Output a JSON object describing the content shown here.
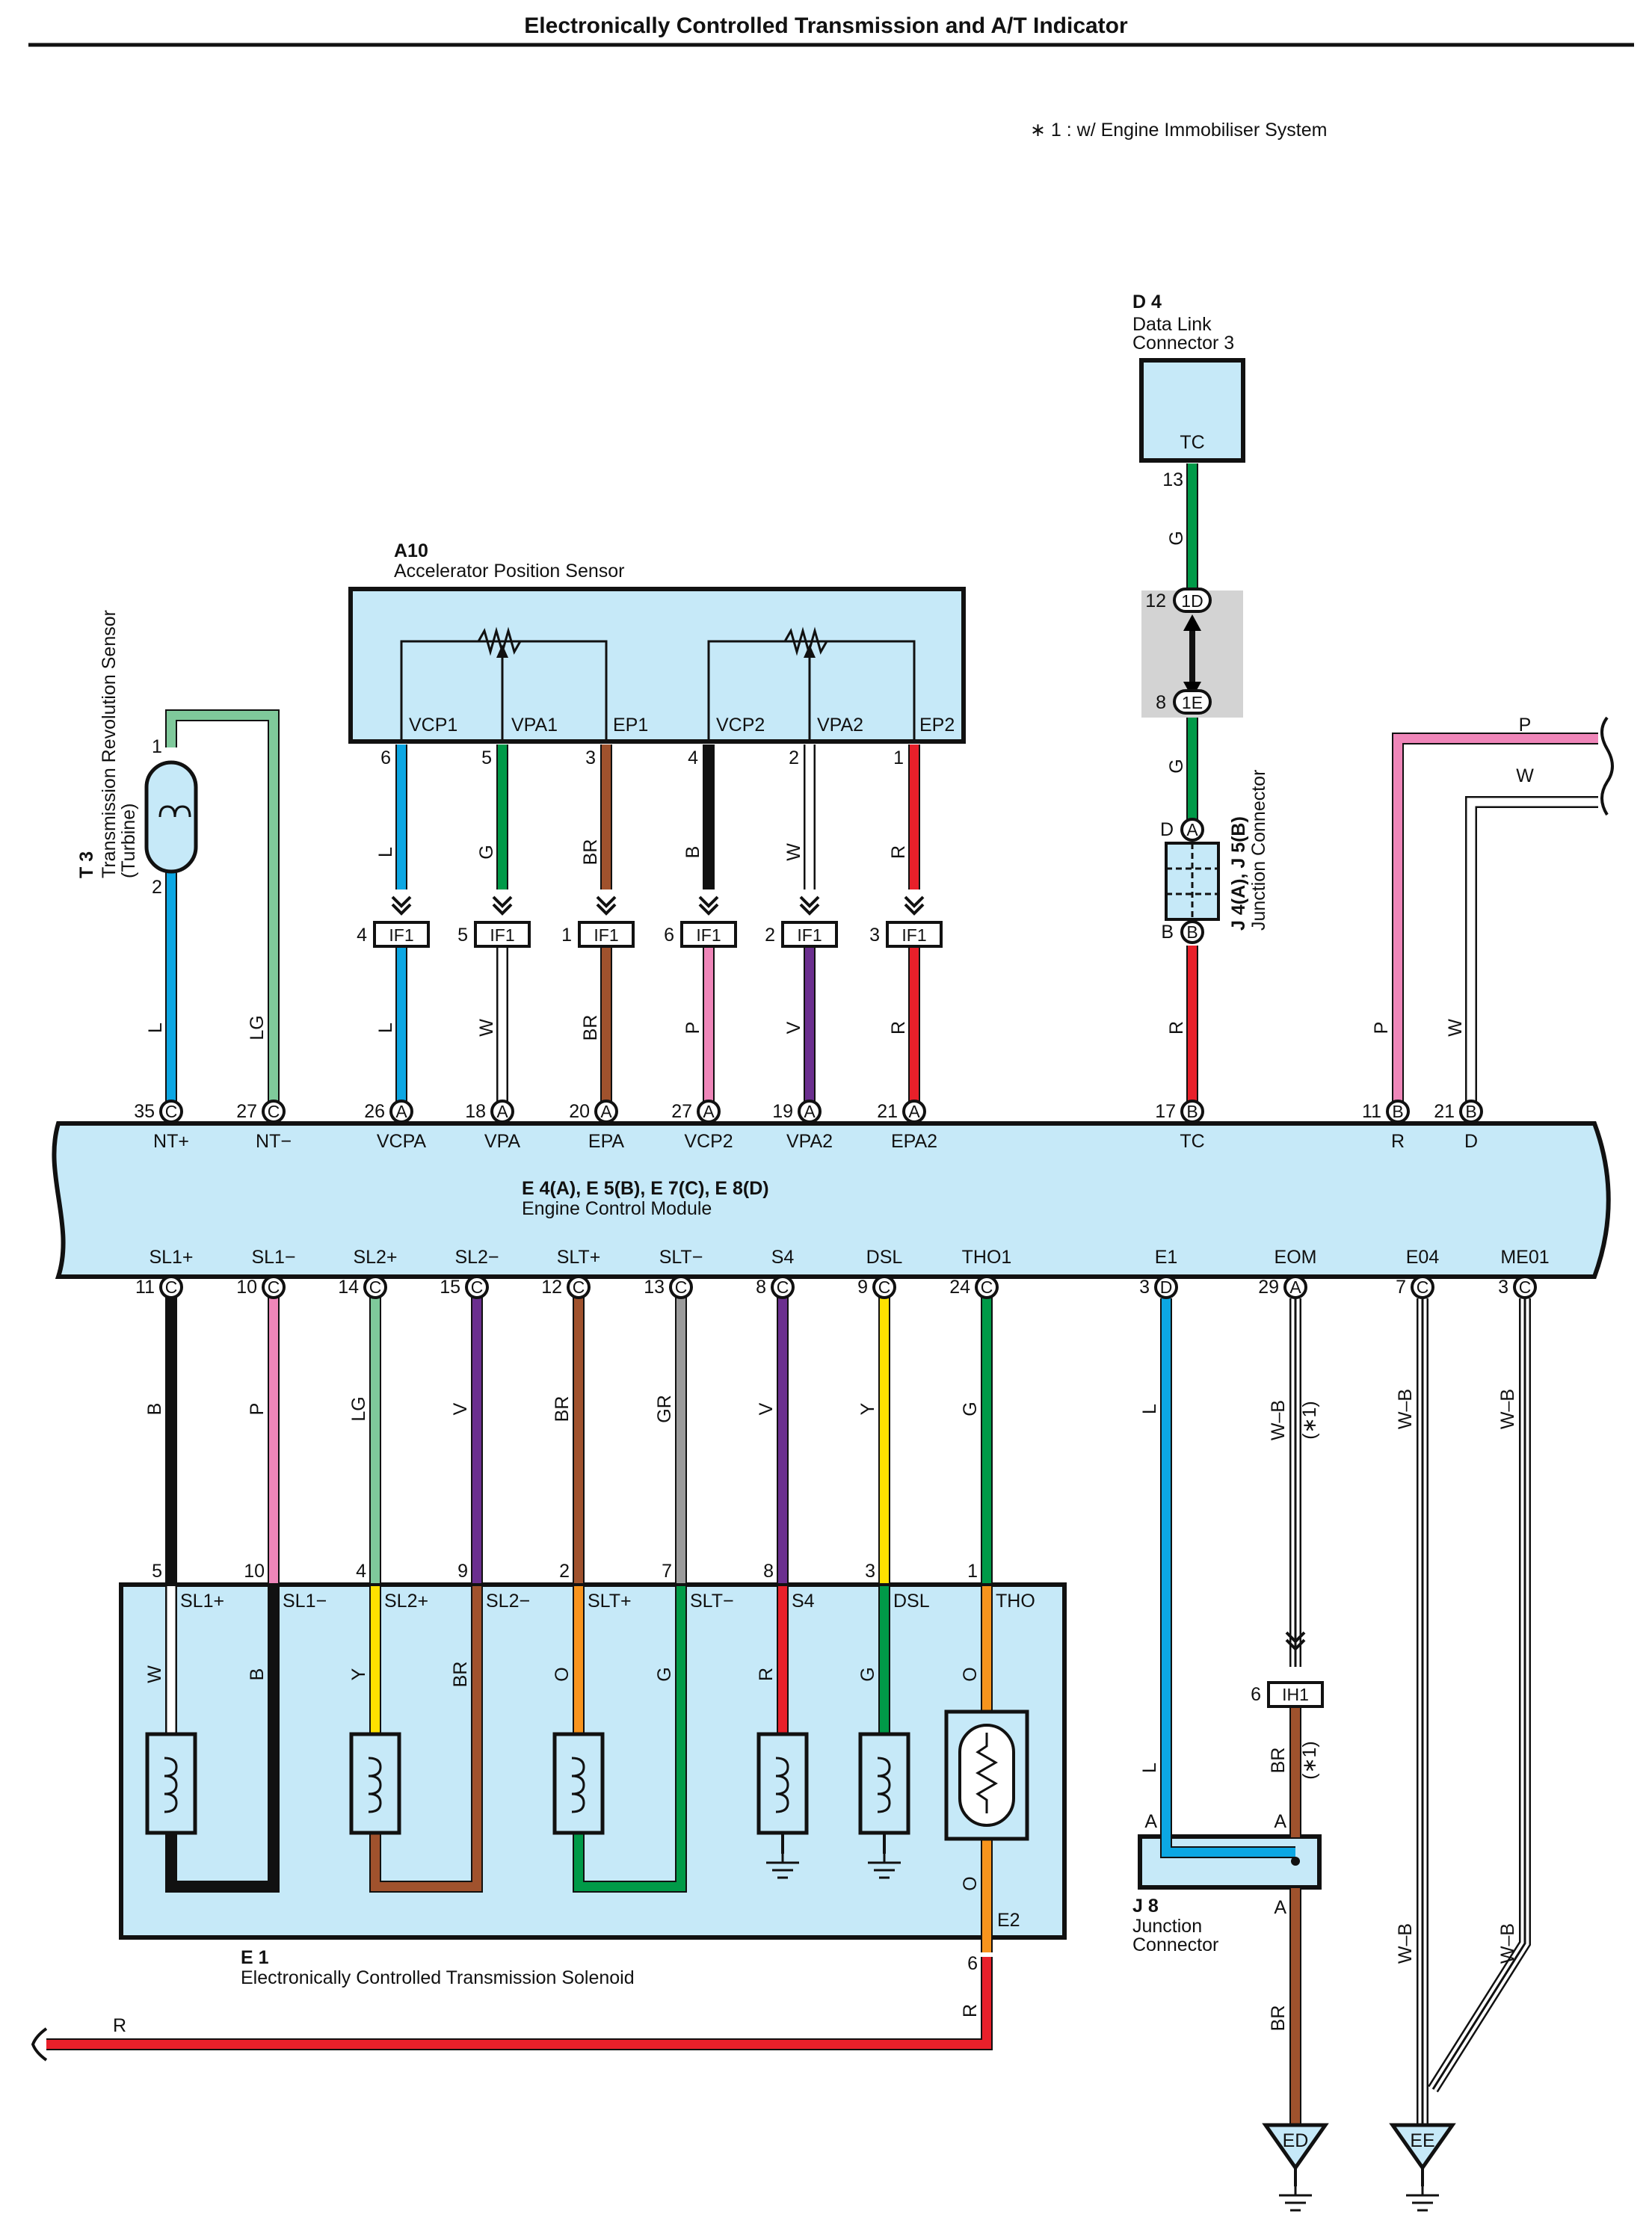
{
  "title": "Electronically Controlled Transmission and A/T Indicator",
  "footnote": "∗ 1 : w/ Engine Immobiliser System",
  "components": {
    "d4": {
      "code": "D 4",
      "name_line1": "Data Link",
      "name_line2": "Connector 3",
      "pin": "TC"
    },
    "a10": {
      "code": "A10",
      "name": "Accelerator Position Sensor",
      "pins": [
        "VCP1",
        "VPA1",
        "EP1",
        "VCP2",
        "VPA2",
        "EP2"
      ]
    },
    "t3": {
      "code": "T 3",
      "name_line1": "Transmission Revolution Sensor",
      "name_line2": "(Turbine)"
    },
    "j4j5": {
      "code": "J 4(A), J 5(B)",
      "name": "Junction Connector"
    },
    "ecm": {
      "code": "E 4(A), E 5(B), E 7(C), E 8(D)",
      "name": "Engine Control Module"
    },
    "e1": {
      "code": "E 1",
      "name": "Electronically Controlled Transmission Solenoid"
    },
    "j8": {
      "code": "J 8",
      "name_line1": "Junction",
      "name_line2": "Connector"
    },
    "grounds": [
      "ED",
      "EE"
    ]
  },
  "ecm_top_pins": [
    {
      "num": "35",
      "conn": "C",
      "label": "NT+"
    },
    {
      "num": "27",
      "conn": "C",
      "label": "NT−"
    },
    {
      "num": "26",
      "conn": "A",
      "label": "VCPA"
    },
    {
      "num": "18",
      "conn": "A",
      "label": "VPA"
    },
    {
      "num": "20",
      "conn": "A",
      "label": "EPA"
    },
    {
      "num": "27",
      "conn": "A",
      "label": "VCP2"
    },
    {
      "num": "19",
      "conn": "A",
      "label": "VPA2"
    },
    {
      "num": "21",
      "conn": "A",
      "label": "EPA2"
    },
    {
      "num": "17",
      "conn": "B",
      "label": "TC"
    },
    {
      "num": "11",
      "conn": "B",
      "label": "R"
    },
    {
      "num": "21",
      "conn": "B",
      "label": "D"
    }
  ],
  "ecm_bottom_pins": [
    {
      "num": "11",
      "conn": "C",
      "label": "SL1+"
    },
    {
      "num": "10",
      "conn": "C",
      "label": "SL1−"
    },
    {
      "num": "14",
      "conn": "C",
      "label": "SL2+"
    },
    {
      "num": "15",
      "conn": "C",
      "label": "SL2−"
    },
    {
      "num": "12",
      "conn": "C",
      "label": "SLT+"
    },
    {
      "num": "13",
      "conn": "C",
      "label": "SLT−"
    },
    {
      "num": "8",
      "conn": "C",
      "label": "S4"
    },
    {
      "num": "9",
      "conn": "C",
      "label": "DSL"
    },
    {
      "num": "24",
      "conn": "C",
      "label": "THO1"
    },
    {
      "num": "3",
      "conn": "D",
      "label": "E1"
    },
    {
      "num": "29",
      "conn": "A",
      "label": "EOM"
    },
    {
      "num": "7",
      "conn": "C",
      "label": "E04"
    },
    {
      "num": "3",
      "conn": "C",
      "label": "ME01"
    }
  ],
  "if1_connectors": [
    {
      "num": "4",
      "label": "IF1"
    },
    {
      "num": "5",
      "label": "IF1"
    },
    {
      "num": "1",
      "label": "IF1"
    },
    {
      "num": "6",
      "label": "IF1"
    },
    {
      "num": "2",
      "label": "IF1"
    },
    {
      "num": "3",
      "label": "IF1"
    }
  ],
  "a10_pin_numbers": [
    "6",
    "5",
    "3",
    "4",
    "2",
    "1"
  ],
  "a10_wire_colors_upper": [
    "L",
    "G",
    "BR",
    "B",
    "W",
    "R"
  ],
  "a10_wire_colors_lower": [
    "L",
    "W",
    "BR",
    "P",
    "V",
    "R"
  ],
  "t3_wires": {
    "pin1": "1",
    "pin2": "2",
    "nt_plus": "L",
    "nt_minus": "LG"
  },
  "tc_line": {
    "pin": "13",
    "upper_color": "G",
    "j_top_num": "12",
    "j_top": "1D",
    "j_bot_num": "8",
    "j_bot": "1E",
    "mid_color": "G",
    "jc_top": "D",
    "jc_top_pin": "A",
    "jc_bot": "B",
    "jc_bot_pin": "B",
    "lower_color": "R"
  },
  "r_line": {
    "color": "P",
    "end_label": "P"
  },
  "d_line": {
    "color": "W",
    "end_label": "W"
  },
  "solenoid_upper_wires": [
    "B",
    "P",
    "LG",
    "V",
    "BR",
    "GR",
    "V",
    "Y",
    "G"
  ],
  "solenoid_pin_numbers": [
    "5",
    "10",
    "4",
    "9",
    "2",
    "7",
    "8",
    "3",
    "1"
  ],
  "solenoid_pin_labels": [
    "SL1+",
    "SL1−",
    "SL2+",
    "SL2−",
    "SLT+",
    "SLT−",
    "S4",
    "DSL",
    "THO"
  ],
  "solenoid_inner_wires": [
    "W",
    "B",
    "Y",
    "BR",
    "O",
    "G",
    "R",
    "G",
    "O"
  ],
  "tho_lower_wire": "O",
  "e2": {
    "label": "E2",
    "pin": "6",
    "wire": "R",
    "end_label": "R"
  },
  "e1_wire": {
    "color": "L",
    "j8_pin": "A"
  },
  "eom_wire": {
    "upper": "W–B",
    "note": "(∗1)",
    "if": "IH1",
    "if_num": "6",
    "lower": "BR",
    "lower_note": "(∗1)",
    "j8_pin_in": "A",
    "j8_pin_out": "A",
    "to_ground": "BR"
  },
  "e04_wire": {
    "color": "W–B",
    "lower": "W–B"
  },
  "me01_wire": {
    "color": "W–B",
    "lower": "W–B"
  },
  "colors": {
    "box_fill": "#c6e9f8",
    "L": "#0ca7e3",
    "G": "#009a48",
    "LG": "#7fc99b",
    "BR": "#a0522d",
    "B": "#111111",
    "W": "#ffffff",
    "R": "#e8202a",
    "P": "#ef86b9",
    "V": "#6b2f8f",
    "Y": "#ffe100",
    "GR": "#9b9b9b",
    "O": "#f7941d"
  }
}
